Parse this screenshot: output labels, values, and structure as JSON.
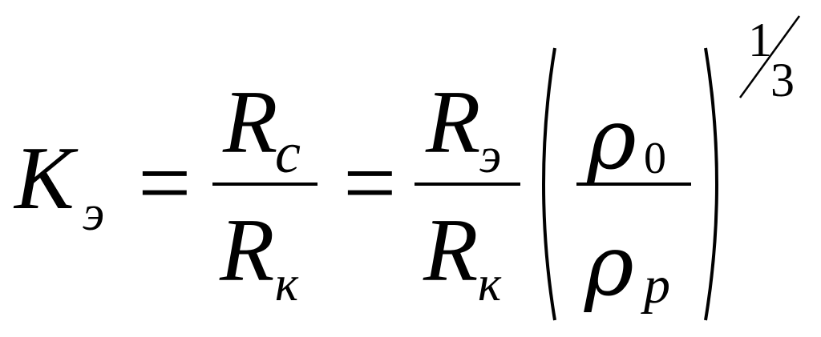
{
  "formula": {
    "lhs": {
      "symbol": "K",
      "subscript": "э"
    },
    "equals": "=",
    "fraction1": {
      "numerator": {
        "symbol": "R",
        "subscript": "c"
      },
      "denominator": {
        "symbol": "R",
        "subscript": "к"
      }
    },
    "fraction2": {
      "numerator": {
        "symbol": "R",
        "subscript": "э"
      },
      "denominator": {
        "symbol": "R",
        "subscript": "к"
      }
    },
    "inner_fraction": {
      "numerator": {
        "symbol": "ρ",
        "subscript": "0"
      },
      "denominator": {
        "symbol": "ρ",
        "subscript": "p"
      }
    },
    "exponent": {
      "numerator": "1",
      "denominator": "3"
    }
  }
}
